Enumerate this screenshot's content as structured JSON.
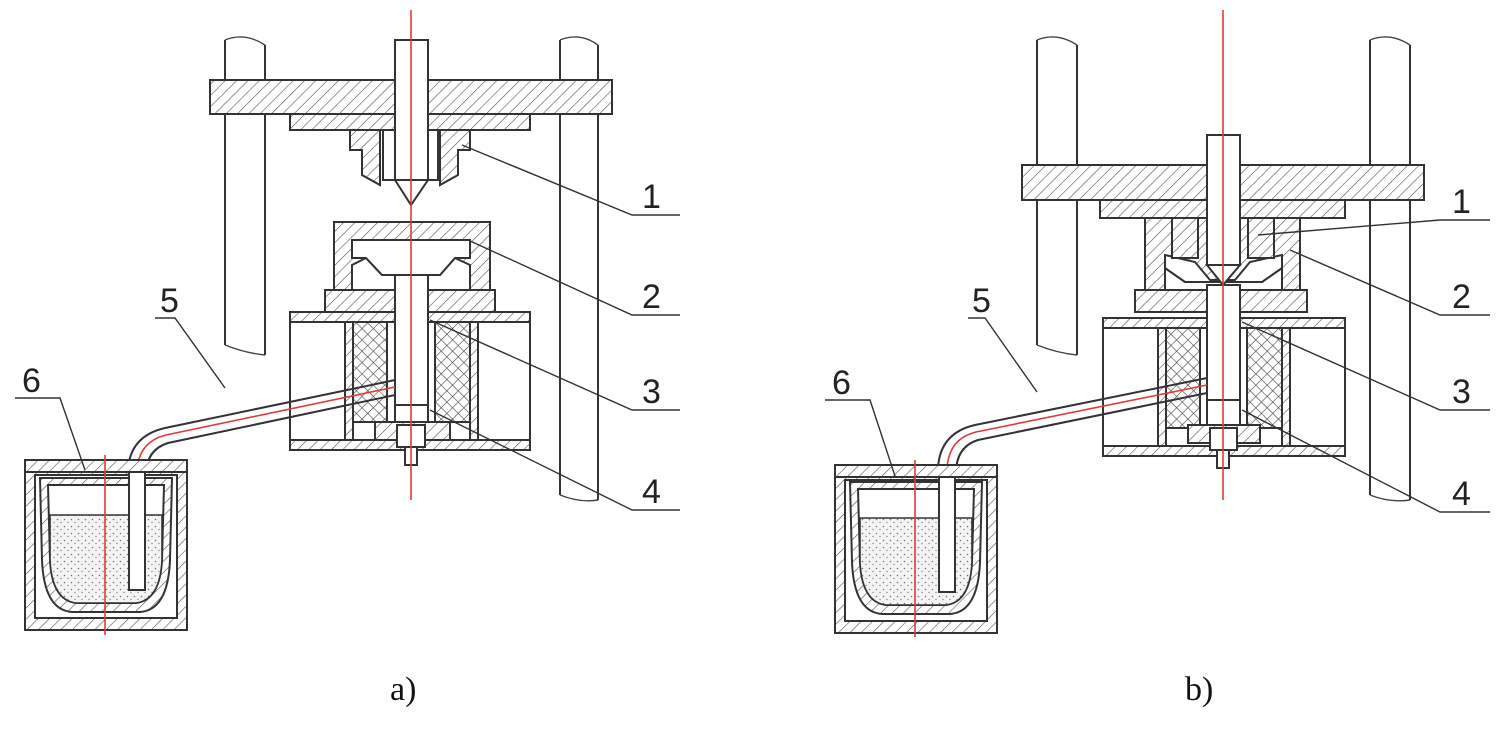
{
  "panels": [
    {
      "caption": "a)",
      "callouts": [
        "1",
        "2",
        "3",
        "4",
        "5",
        "6"
      ]
    },
    {
      "caption": "b)",
      "callouts": [
        "1",
        "2",
        "3",
        "4",
        "5",
        "6"
      ]
    }
  ],
  "colors": {
    "axis_line": "#e53935",
    "drawing_line": "#333333"
  }
}
